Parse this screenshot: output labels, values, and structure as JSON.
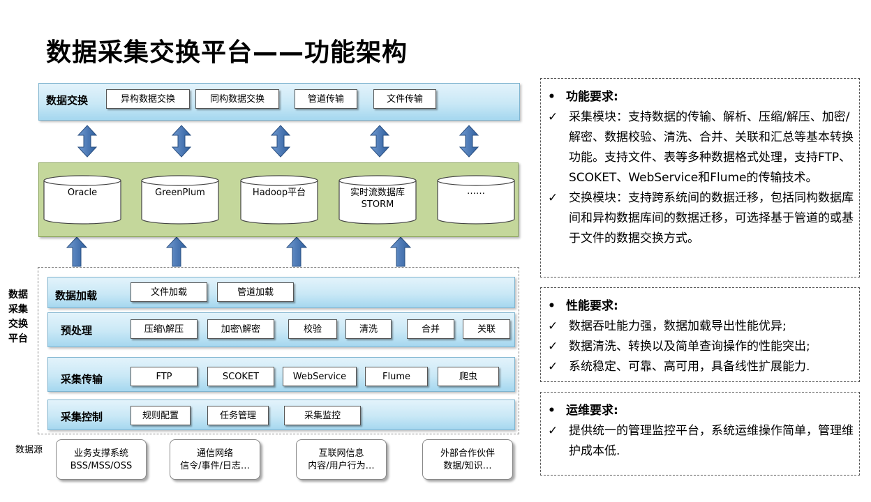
{
  "title": "数据采集交换平台——功能架构",
  "exchange": {
    "label": "数据交换",
    "boxes": [
      "异构数据交换",
      "同构数据交换",
      "管道传输",
      "文件传输"
    ]
  },
  "databases": [
    {
      "line1": "Oracle",
      "line2": ""
    },
    {
      "line1": "GreenPlum",
      "line2": ""
    },
    {
      "line1": "Hadoop平台",
      "line2": ""
    },
    {
      "line1": "实时流数据库",
      "line2": "STORM"
    },
    {
      "line1": "……",
      "line2": ""
    }
  ],
  "platform_label": [
    "数据",
    "采集",
    "交换",
    "平台"
  ],
  "layers": {
    "load": {
      "label": "数据加载",
      "boxes": [
        "文件加载",
        "管道加载"
      ]
    },
    "preprocess": {
      "label": "预处理",
      "boxes": [
        "压缩\\解压",
        "加密\\解密",
        "校验",
        "清洗",
        "合并",
        "关联"
      ]
    },
    "transfer": {
      "label": "采集传输",
      "boxes": [
        "FTP",
        "SCOKET",
        "WebService",
        "Flume",
        "爬虫"
      ]
    },
    "control": {
      "label": "采集控制",
      "boxes": [
        "规则配置",
        "任务管理",
        "采集监控"
      ]
    }
  },
  "sources": {
    "label": "数据源",
    "items": [
      {
        "line1": "业务支撑系统",
        "line2": "BSS/MSS/OSS"
      },
      {
        "line1": "通信网络",
        "line2": "信令/事件/日志…"
      },
      {
        "line1": "互联网信息",
        "line2": "内容/用户行为…"
      },
      {
        "line1": "外部合作伙伴",
        "line2": "数据/知识…"
      }
    ]
  },
  "panels": {
    "bullet": "•",
    "check": "✓",
    "functional": {
      "heading": "功能要求:",
      "items": [
        "采集模块：支持数据的传输、解析、压缩/解压、加密/解密、数据校验、清洗、合并、关联和汇总等基本转换功能。支持文件、表等多种数据格式处理，支持FTP、SCOKET、WebService和Flume的传输技术。",
        "交换模块：支持跨系统间的数据迁移，包括同构数据库间和异构数据库间的数据迁移，可选择基于管道的或基于文件的数据交换方式。"
      ]
    },
    "performance": {
      "heading": "性能要求:",
      "items": [
        "数据吞吐能力强，数据加载导出性能优异;",
        "数据清洗、转换以及简单查询操作的性能突出;",
        "系统稳定、可靠、高可用，具备线性扩展能力."
      ]
    },
    "operations": {
      "heading": "运维要求:",
      "items": [
        "提供统一的管理监控平台，系统运维操作简单，管理维护成本低."
      ]
    }
  }
}
